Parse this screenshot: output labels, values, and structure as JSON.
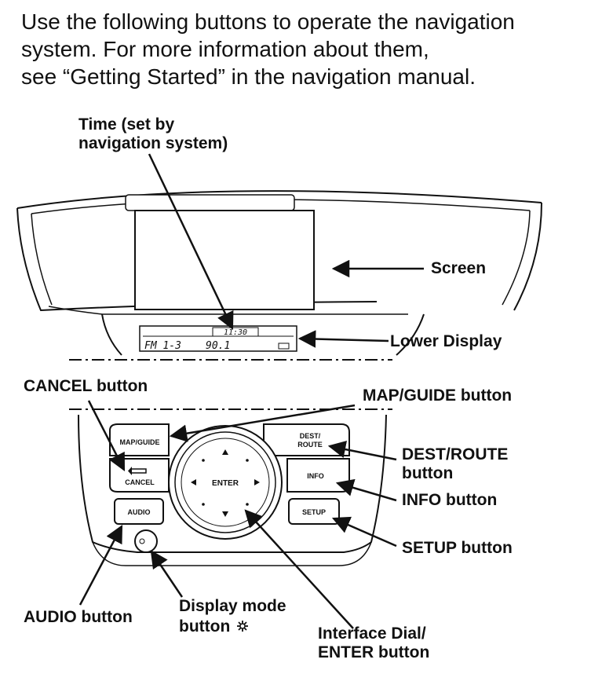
{
  "intro": {
    "line1": "Use the following buttons to operate the navigation",
    "line2": "system. For more information about them,",
    "line3": "see “Getting Started” in the navigation manual."
  },
  "callouts": {
    "time_line1": "Time (set by",
    "time_line2": "navigation system)",
    "screen": "Screen",
    "lower_display": "Lower Display",
    "cancel": "CANCEL button",
    "map_guide": "MAP/GUIDE button",
    "dest_route_line1": "DEST/ROUTE",
    "dest_route_line2": "button",
    "info": "INFO button",
    "setup": "SETUP button",
    "audio": "AUDIO button",
    "display_mode_line1": "Display mode",
    "display_mode_line2": "button",
    "interface_line1": "Interface Dial/",
    "interface_line2": "ENTER button"
  },
  "lcd": {
    "time": "11:30",
    "station": "FM 1-3",
    "frequency": "90.1"
  },
  "panel_buttons": {
    "map_guide": "MAP/GUIDE",
    "cancel": "CANCEL",
    "audio": "AUDIO",
    "dest_line1": "DEST/",
    "dest_line2": "ROUTE",
    "info": "INFO",
    "setup": "SETUP",
    "enter": "ENTER"
  },
  "icons": {
    "display_mode": "sun-moon-icon",
    "cancel_arrow": "back-arrow-icon",
    "dial_arrows": "arrow-icon"
  }
}
